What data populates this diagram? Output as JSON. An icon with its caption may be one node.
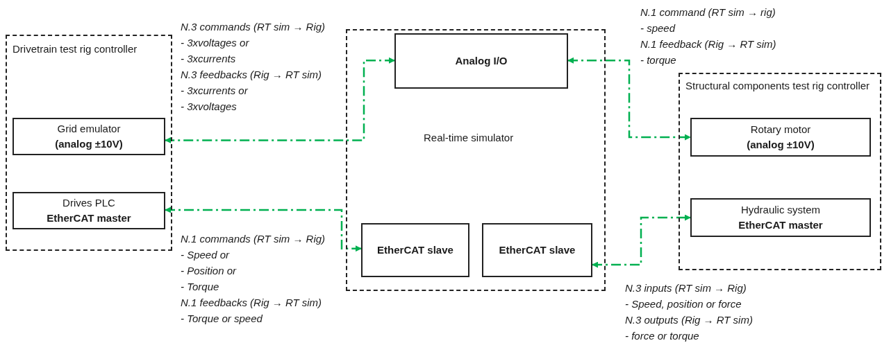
{
  "diagram": {
    "nodes": [
      {
        "text": [
          "Drivetrain test rig controller"
        ]
      },
      {
        "text": [
          "Grid emulator",
          "(analog ±10V)"
        ],
        "in": 0
      },
      {
        "text": [
          "Drives PLC",
          "EtherCAT master"
        ],
        "in": 0
      },
      {
        "text": [
          "Real-time simulator"
        ]
      },
      {
        "text": [
          "Analog I/O"
        ],
        "in": 3
      },
      {
        "text": [
          "EtherCAT slave"
        ],
        "in": 3
      },
      {
        "text": [
          "EtherCAT slave"
        ],
        "in": 3
      },
      {
        "text": [
          "Structural components test rig controller"
        ]
      },
      {
        "text": [
          "Rotary motor",
          "(analog ±10V)"
        ],
        "in": 7
      },
      {
        "text": [
          "Hydraulic system",
          "EtherCAT master"
        ],
        "in": 7
      }
    ],
    "edges": [
      {
        "from": 4,
        "to": 1,
        "arrow": "both",
        "style": "dashed"
      },
      {
        "from": 2,
        "to": 5,
        "arrow": "both",
        "style": "dashed"
      },
      {
        "from": 4,
        "to": 8,
        "arrow": "both",
        "style": "dashed"
      },
      {
        "from": 6,
        "to": 9,
        "arrow": "both",
        "style": "dashed"
      }
    ],
    "labels": [
      "N.1 command (RT sim → rig)",
      "- speed",
      "N.1 feedback (Rig → RT sim)",
      "- torque",
      "N.3 commands (RT sim → Rig)",
      "- 3xvoltages or",
      "- 3xcurrents",
      "N.3 feedbacks (Rig → RT sim)",
      "- 3xcurrents or",
      "- 3xvoltages",
      "N.1 commands (RT sim → Rig)",
      "- Speed or",
      "- Position or",
      "- Torque",
      "N.1 feedbacks (Rig → RT sim)",
      "- Torque or speed",
      "N.3 inputs (RT sim → Rig)",
      "- Speed, position or force",
      "N.3 outputs (Rig → RT sim)",
      "- force or torque"
    ]
  }
}
